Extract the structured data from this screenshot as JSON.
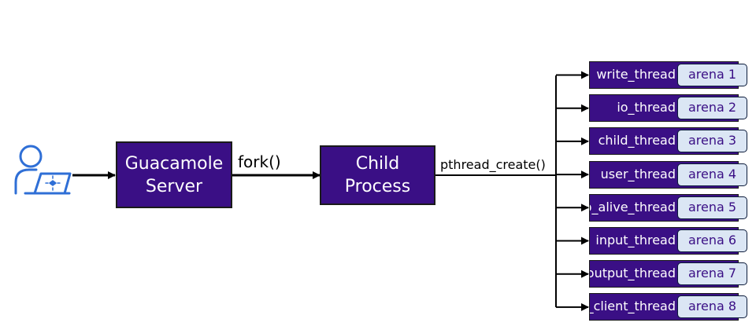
{
  "nodes": {
    "server": "Guacamole\nServer",
    "child": "Child\nProcess"
  },
  "edges": {
    "fork": "fork()",
    "pthread": "pthread_create()"
  },
  "threads": [
    {
      "name": "write_thread",
      "arena": "arena 1"
    },
    {
      "name": "io_thread",
      "arena": "arena 2"
    },
    {
      "name": "child_thread",
      "arena": "arena 3"
    },
    {
      "name": "user_thread",
      "arena": "arena 4"
    },
    {
      "name": "keep_alive_thread",
      "arena": "arena 5"
    },
    {
      "name": "input_thread",
      "arena": "arena 6"
    },
    {
      "name": "jop_output_thread",
      "arena": "arena 7"
    },
    {
      "name": "rdp_client_thread",
      "arena": "arena 8"
    }
  ],
  "colors": {
    "node": "#3a0f85",
    "arena_fill": "#dbe6f4",
    "user_icon": "#2f6fd6"
  }
}
